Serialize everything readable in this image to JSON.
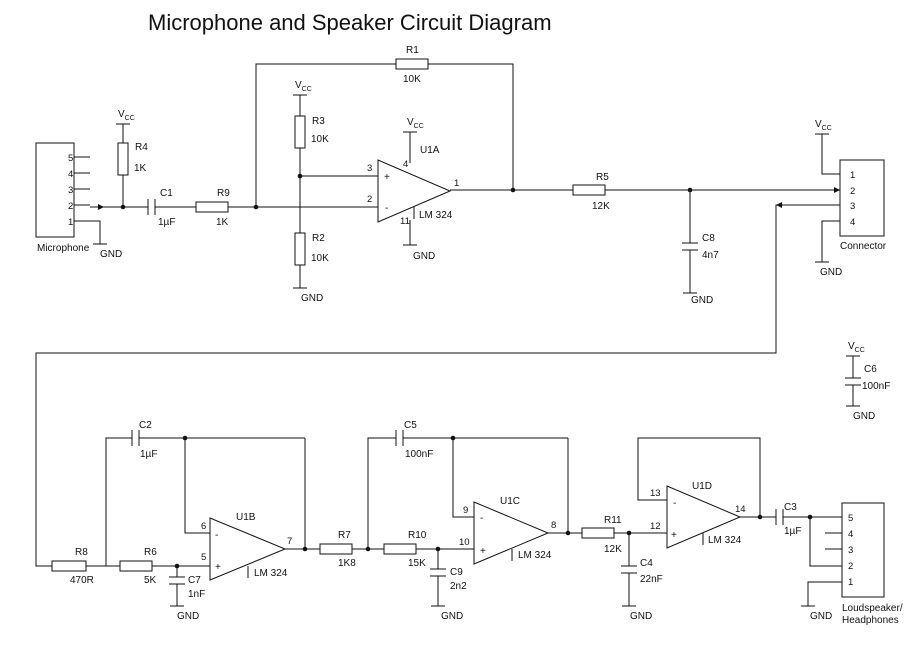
{
  "title": "Microphone and Speaker Circuit Diagram",
  "vcc": {
    "main": "V",
    "sub": "CC"
  },
  "gnd": "GND",
  "microphone": {
    "label": "Microphone",
    "pins": [
      "5",
      "4",
      "3",
      "2",
      "1"
    ]
  },
  "connector": {
    "label": "Connector",
    "pins": [
      "1",
      "2",
      "3",
      "4"
    ]
  },
  "loudspeaker": {
    "label1": "Loudspeaker/",
    "label2": "Headphones",
    "pins": [
      "5",
      "4",
      "3",
      "2",
      "1"
    ]
  },
  "resistors": {
    "r1": {
      "name": "R1",
      "value": "10K"
    },
    "r2": {
      "name": "R2",
      "value": "10K"
    },
    "r3": {
      "name": "R3",
      "value": "10K"
    },
    "r4": {
      "name": "R4",
      "value": "1K"
    },
    "r5": {
      "name": "R5",
      "value": "12K"
    },
    "r6": {
      "name": "R6",
      "value": "5K"
    },
    "r7": {
      "name": "R7",
      "value": "1K8"
    },
    "r8": {
      "name": "R8",
      "value": "470R"
    },
    "r9": {
      "name": "R9",
      "value": "1K"
    },
    "r10": {
      "name": "R10",
      "value": "15K"
    },
    "r11": {
      "name": "R11",
      "value": "12K"
    }
  },
  "capacitors": {
    "c1": {
      "name": "C1",
      "value": "1µF"
    },
    "c2": {
      "name": "C2",
      "value": "1µF"
    },
    "c3": {
      "name": "C3",
      "value": "1µF"
    },
    "c4": {
      "name": "C4",
      "value": "22nF"
    },
    "c5": {
      "name": "C5",
      "value": "100nF"
    },
    "c6": {
      "name": "C6",
      "value": "100nF"
    },
    "c7": {
      "name": "C7",
      "value": "1nF"
    },
    "c8": {
      "name": "C8",
      "value": "4n7"
    },
    "c9": {
      "name": "C9",
      "value": "2n2"
    }
  },
  "opamps": {
    "part": "LM 324",
    "u1a": {
      "name": "U1A",
      "pins": {
        "plus": "3",
        "minus": "2",
        "out": "1",
        "vcc": "4",
        "gnd": "11"
      }
    },
    "u1b": {
      "name": "U1B",
      "pins": {
        "minus": "6",
        "plus": "5",
        "out": "7"
      }
    },
    "u1c": {
      "name": "U1C",
      "pins": {
        "minus": "9",
        "plus": "10",
        "out": "8"
      }
    },
    "u1d": {
      "name": "U1D",
      "pins": {
        "minus": "13",
        "plus": "12",
        "out": "14"
      }
    }
  },
  "symbols": {
    "plus": "+",
    "minus": "-"
  }
}
